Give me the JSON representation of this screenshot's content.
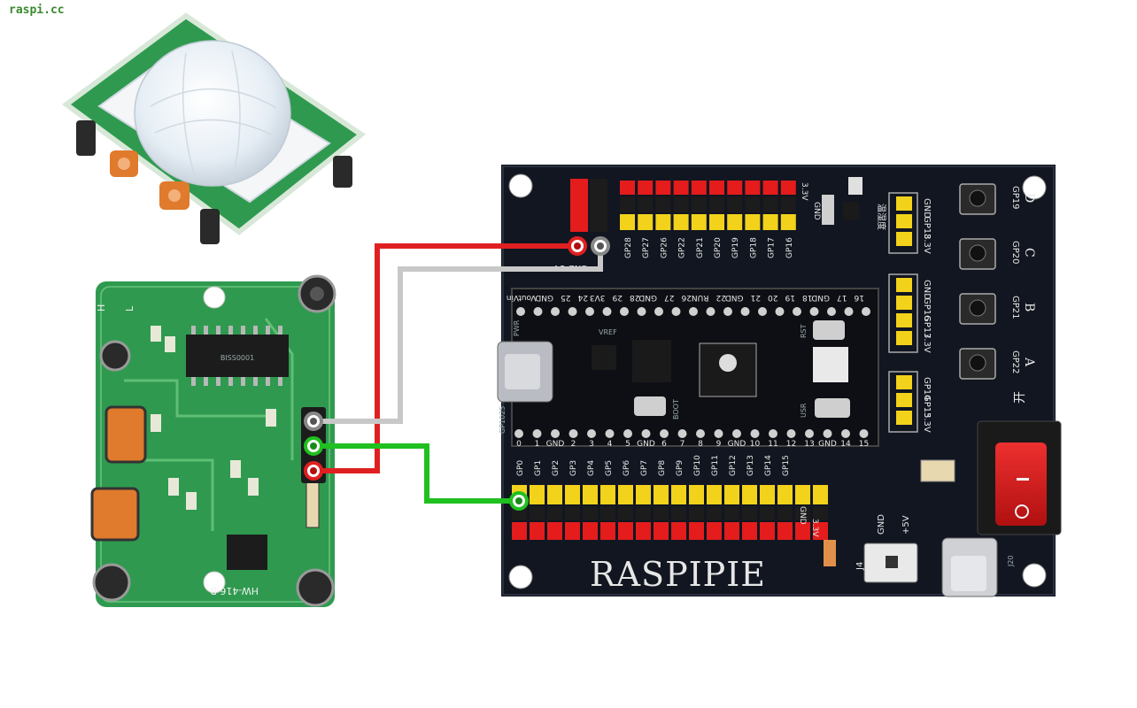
{
  "site_label": "raspi.cc",
  "board": {
    "brand": "RASPIPIE",
    "power_header_label": "GND 5V",
    "top_header_pins": [
      "GP28",
      "GP27",
      "GP26",
      "GP22",
      "GP21",
      "GP20",
      "GP19",
      "GP18",
      "GP17",
      "GP16"
    ],
    "top_header_power": [
      "3.3V",
      "GND"
    ],
    "pico_top_pins": [
      "Vin",
      "Vout",
      "GND",
      "25",
      "24",
      "3V3",
      "29",
      "28",
      "GND",
      "27",
      "26",
      "RUN",
      "22",
      "GND",
      "21",
      "20",
      "19",
      "18",
      "GND",
      "17",
      "16"
    ],
    "pico_bottom_pins": [
      "0",
      "1",
      "GND",
      "2",
      "3",
      "4",
      "5",
      "GND",
      "6",
      "7",
      "8",
      "9",
      "GND",
      "10",
      "11",
      "12",
      "13",
      "GND",
      "14",
      "15"
    ],
    "bottom_header_pins": [
      "GP0",
      "GP1",
      "GP2",
      "GP3",
      "GP4",
      "GP5",
      "GP6",
      "GP7",
      "GP8",
      "GP9",
      "GP10",
      "GP11",
      "GP12",
      "GP13",
      "GP14",
      "GP15"
    ],
    "bottom_header_power": [
      "GND",
      "3.3V"
    ],
    "side_headers": [
      {
        "labels": [
          "GND",
          "GP18",
          "3.3V"
        ]
      },
      {
        "labels": [
          "GND",
          "GP16",
          "GP17",
          "3.3V"
        ]
      },
      {
        "labels": [
          "GP14",
          "GP15",
          "3.3V"
        ]
      }
    ],
    "buttons": [
      {
        "pin": "GP19",
        "letter": "D"
      },
      {
        "pin": "GP20",
        "letter": "C"
      },
      {
        "pin": "GP21",
        "letter": "B"
      },
      {
        "pin": "GP22",
        "letter": "A"
      }
    ],
    "chip_labels": {
      "pico_boot": "BOOT",
      "pico_pwr": "PWR",
      "rst": "RST",
      "vref": "VREF",
      "usr": "USR",
      "gpio": "GP1025",
      "power_switch": "开",
      "usb_j20": "J20",
      "j4": "J4",
      "gnd": "GND",
      "plus5v": "+5V",
      "humidity": "温湿度"
    }
  },
  "sensor": {
    "model": "HW-416-B",
    "chip": "BISS0001",
    "jumper_labels": [
      "H",
      "L"
    ]
  },
  "wires": [
    {
      "color": "#e02020",
      "from": "sensor-vcc",
      "to": "board-5v"
    },
    {
      "color": "#c8c8c8",
      "from": "sensor-gnd",
      "to": "board-gnd"
    },
    {
      "color": "#20c020",
      "from": "sensor-out",
      "to": "board-gp0"
    }
  ],
  "colors": {
    "board": "#121620",
    "pcb_green": "#2f9a4f",
    "header_red": "#e41c1c",
    "header_yellow": "#f2d21a",
    "switch_red": "#d81b1b"
  }
}
